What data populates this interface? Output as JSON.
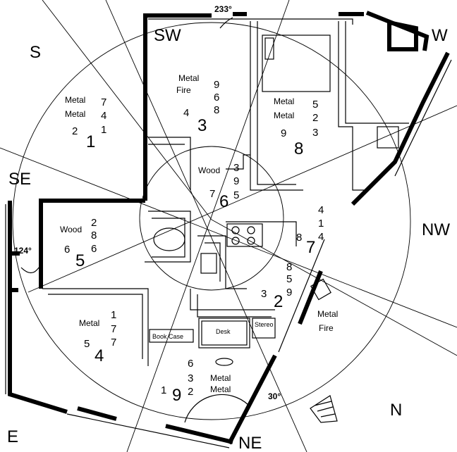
{
  "directions": {
    "s": "S",
    "sw": "SW",
    "w": "W",
    "nw": "NW",
    "n": "N",
    "ne": "NE",
    "e": "E",
    "se": "SE"
  },
  "angles": {
    "top": "233°",
    "left": "124°",
    "bottom": "30°"
  },
  "palaces": {
    "sw": {
      "element_1": "Metal",
      "element_2": "Fire",
      "top_col": [
        "9",
        "6",
        "8"
      ],
      "left": "4",
      "center": "3"
    },
    "w": {
      "element_1": "Metal",
      "element_2": "Metal",
      "top_col": [
        "5",
        "2",
        "3"
      ],
      "left": "9",
      "center": "8"
    },
    "s": {
      "element_1": "Metal",
      "element_2": "Metal",
      "top_col": [
        "7",
        "4",
        "1"
      ],
      "left": "2",
      "center": "1"
    },
    "c": {
      "element_1": "Wood",
      "top_col": [
        "3",
        "9",
        "5"
      ],
      "left": "7",
      "center": "6"
    },
    "se": {
      "element_1": "Wood",
      "top_col": [
        "2",
        "8",
        "6"
      ],
      "left": "6",
      "center": "5"
    },
    "nw": {
      "top_col": [
        "4",
        "1",
        "4"
      ],
      "left": "8",
      "center": "7"
    },
    "n": {
      "top_col": [
        "8",
        "5",
        "9"
      ],
      "left": "3",
      "center": "2"
    },
    "e": {
      "element_1": "Metal",
      "top_col": [
        "1",
        "7",
        "7"
      ],
      "left": "5",
      "center": "4"
    },
    "ne": {
      "element_1": "Metal",
      "element_2": "Metal",
      "top_col": [
        "6",
        "3",
        "2"
      ],
      "left": "1",
      "center": "9"
    },
    "nw_elements": {
      "element_1": "Metal",
      "element_2": "Fire"
    }
  },
  "furniture": {
    "bookcase": "Book Case",
    "desk": "Desk",
    "stereo": "Stereo"
  }
}
